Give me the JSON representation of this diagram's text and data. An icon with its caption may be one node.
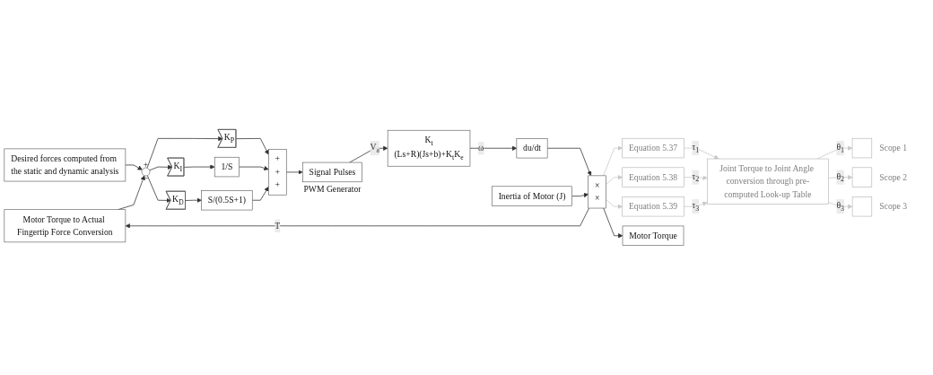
{
  "diagram": {
    "nodes": [
      {
        "text": [
          "Desired forces computed from the static and dynamic analysis"
        ]
      },
      {
        "text": [
          "+",
          "−"
        ]
      },
      {
        "text": [
          "K$_{P}$"
        ]
      },
      {
        "text": [
          "K$_{I}$"
        ]
      },
      {
        "text": [
          "K$_{D}$"
        ]
      },
      {
        "text": [
          "1/S"
        ]
      },
      {
        "text": [
          "S/(0.5S+1)"
        ]
      },
      {
        "text": [
          "+",
          "+",
          "+"
        ]
      },
      {
        "text": [
          "Signal Pulses"
        ],
        "beside": [
          "PWM Generator"
        ]
      },
      {
        "text": [
          "K$_{t}$",
          "(Ls+R)(Js+b)+K$_{t}$K$_{e}$"
        ]
      },
      {
        "text": [
          "du/dt"
        ]
      },
      {
        "text": [
          "×",
          "×"
        ]
      },
      {
        "text": [
          "Inertia of Motor (J)"
        ]
      },
      {
        "text": [
          "Motor Torque"
        ]
      },
      {
        "text": [
          "Motor Torque to Actual Fingertip Force Conversion"
        ]
      },
      {
        "text": [
          "Equation 5.37"
        ]
      },
      {
        "text": [
          "Equation 5.38"
        ]
      },
      {
        "text": [
          "Equation 5.39"
        ]
      },
      {
        "text": [
          "Joint Torque to Joint Angle conversion through pre-computed Look-up Table"
        ]
      },
      {
        "text": [],
        "shape": "box",
        "beside": [
          "Scope 1"
        ]
      },
      {
        "text": [],
        "shape": "box",
        "beside": [
          "Scope 2"
        ]
      },
      {
        "text": [],
        "shape": "box",
        "beside": [
          "Scope 3"
        ]
      }
    ],
    "edges": [
      {
        "from": 0,
        "to": 1,
        "arrow": "to"
      },
      {
        "from": 1,
        "to": 2,
        "arrow": "to"
      },
      {
        "from": 1,
        "to": 3,
        "arrow": "to"
      },
      {
        "from": 1,
        "to": 4,
        "arrow": "to"
      },
      {
        "from": 2,
        "to": 7,
        "arrow": "to"
      },
      {
        "from": 3,
        "to": 5,
        "arrow": "to"
      },
      {
        "from": 5,
        "to": 7,
        "arrow": "to"
      },
      {
        "from": 4,
        "to": 6,
        "arrow": "to"
      },
      {
        "from": 6,
        "to": 7,
        "arrow": "to"
      },
      {
        "from": 7,
        "to": 8,
        "arrow": "to"
      },
      {
        "from": 8,
        "to": 9,
        "arrow": "to",
        "label": "V$_{a}$"
      },
      {
        "from": 9,
        "to": 10,
        "arrow": "to",
        "label": "ω"
      },
      {
        "from": 10,
        "to": 11,
        "arrow": "to"
      },
      {
        "from": 12,
        "to": 11,
        "arrow": "to"
      },
      {
        "from": 11,
        "to": 13,
        "arrow": "to"
      },
      {
        "from": 11,
        "to": 14,
        "arrow": "to",
        "label": "T"
      },
      {
        "from": 14,
        "to": 1,
        "arrow": "to"
      },
      {
        "from": 11,
        "to": 15,
        "arrow": "to",
        "color": "#c8c8c8"
      },
      {
        "from": 11,
        "to": 16,
        "arrow": "to",
        "color": "#c8c8c8"
      },
      {
        "from": 11,
        "to": 17,
        "arrow": "to",
        "color": "#c8c8c8"
      },
      {
        "from": 15,
        "to": 18,
        "arrow": "to",
        "label": "τ$_{1}$",
        "color": "#c8c8c8"
      },
      {
        "from": 16,
        "to": 18,
        "arrow": "to",
        "label": "τ$_{2}$",
        "color": "#c8c8c8"
      },
      {
        "from": 17,
        "to": 18,
        "arrow": "to",
        "label": "τ$_{3}$",
        "color": "#c8c8c8"
      },
      {
        "from": 18,
        "to": 19,
        "arrow": "to",
        "label": "θ$_{1}$",
        "color": "#c8c8c8"
      },
      {
        "from": 18,
        "to": 20,
        "arrow": "to",
        "label": "θ$_{2}$",
        "color": "#c8c8c8"
      },
      {
        "from": 18,
        "to": 21,
        "arrow": "to",
        "label": "θ$_{3}$",
        "color": "#c8c8c8"
      }
    ]
  }
}
